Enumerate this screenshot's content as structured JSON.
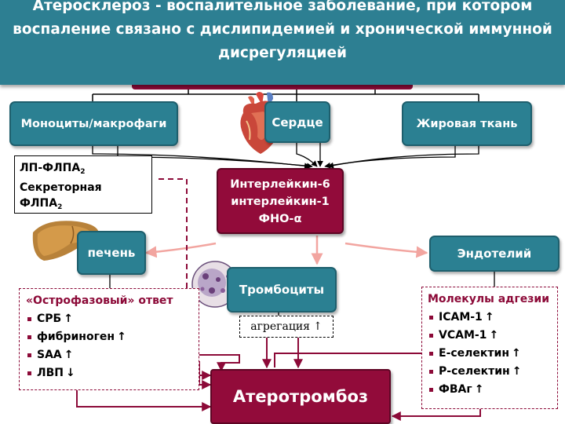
{
  "header": {
    "line1": "Атеросклероз  - воспалительное заболевание, при котором",
    "line2": "воспаление связано с  дислипидемией и хронической иммунной",
    "line3": "дисрегуляцией"
  },
  "sources": {
    "monocytes": "Моноциты/макрофаги",
    "heart": "Сердце",
    "adipose": "Жировая ткань"
  },
  "lp_box": {
    "line1": "ЛП-ФЛПА",
    "line2": "Секреторная",
    "line3": "ФЛПА",
    "subscript": "2"
  },
  "cytokines": {
    "line1": "Интерлейкин-6",
    "line2": "интерлейкин-1",
    "line3": "ФНО-α"
  },
  "targets": {
    "liver": "печень",
    "endothelium": "Эндотелий",
    "platelets": "Тромбоциты"
  },
  "acute_phase": {
    "title": "«Острофазовый» ответ",
    "items": [
      {
        "label": "СРБ",
        "arrow": "↑"
      },
      {
        "label": "фибриноген",
        "arrow": "↑"
      },
      {
        "label": "SAA",
        "arrow": "↑"
      },
      {
        "label": "ЛВП",
        "arrow": "↓"
      }
    ]
  },
  "adhesion": {
    "title": "Молекулы адгезии",
    "items": [
      {
        "label": "ICAM-1",
        "arrow": "↑"
      },
      {
        "label": "VCAM-1",
        "arrow": "↑"
      },
      {
        "label": "Е-селектин",
        "arrow": "↑"
      },
      {
        "label": "Р-селектин",
        "arrow": "↑"
      },
      {
        "label": "ФВАг",
        "arrow": "↑"
      }
    ]
  },
  "aggregation": {
    "label": "агрегация",
    "arrow": "↑"
  },
  "result": {
    "label": "Атеротромбоз"
  },
  "colors": {
    "teal": "#2b8092",
    "maroon": "#920b3a",
    "salmon": "#f2a5a0",
    "header_bg": "#2d7f92"
  }
}
